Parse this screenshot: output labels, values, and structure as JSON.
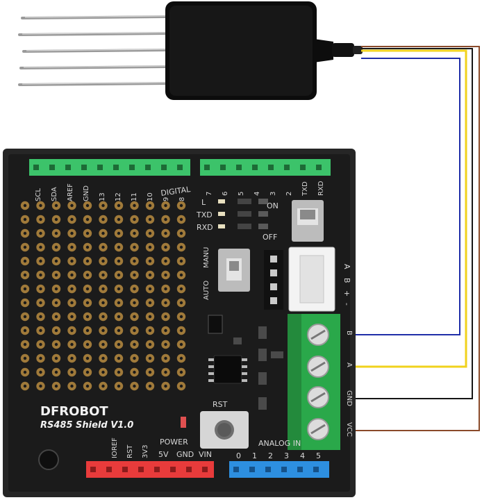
{
  "brand": {
    "logo_text": "DFROBOT",
    "board_name": "RS485 Shield V1.0"
  },
  "header_top_digital": {
    "pins": [
      "SCL",
      "SDA",
      "AREF",
      "GND",
      "13",
      "12",
      "11",
      "10",
      "9",
      "8"
    ],
    "group_label": "DIGITAL"
  },
  "header_top_right": {
    "pins": [
      "7",
      "6",
      "5",
      "4",
      "3",
      "2",
      "TXD",
      "RXD"
    ]
  },
  "leds": [
    "L",
    "TXD",
    "RXD"
  ],
  "switch_onoff": {
    "on": "ON",
    "off": "OFF"
  },
  "switch_mode": {
    "auto": "AUTO",
    "manu": "MANU"
  },
  "rs485_header": [
    "A",
    "B",
    "+",
    "-"
  ],
  "screw_terminal": [
    "B",
    "A",
    "GND",
    "VCC"
  ],
  "reset": {
    "label": "RST"
  },
  "power_header": {
    "group_label": "POWER",
    "pins_top": [
      "IOREF",
      "RST",
      "3V3"
    ],
    "pins_bottom": [
      "5V",
      "GND",
      "VIN"
    ]
  },
  "analog_header": {
    "group_label": "ANALOG IN",
    "pins": [
      "0",
      "1",
      "2",
      "3",
      "4",
      "5"
    ]
  },
  "wire_colors": {
    "blue": "#1f2ea8",
    "yellow": "#f0d21c",
    "black": "#151515",
    "brown": "#8a4a2a",
    "board": "#1b1b1b",
    "green_terminal": "#2aa84a",
    "red_header": "#e83b3b",
    "blue_header": "#2d8fe0"
  }
}
